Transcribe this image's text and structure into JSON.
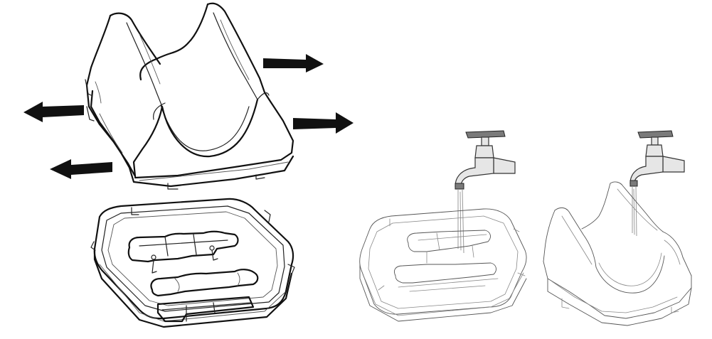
{
  "figure": {
    "panels": [
      {
        "id": "disassembly",
        "description_visible": false
      },
      {
        "id": "rinse-base",
        "description_visible": false
      },
      {
        "id": "rinse-cradle",
        "description_visible": false
      }
    ],
    "arrows": [
      {
        "direction": "right"
      },
      {
        "direction": "right"
      },
      {
        "direction": "left"
      },
      {
        "direction": "left"
      }
    ],
    "icons": [
      "arrow-right-icon",
      "arrow-left-icon",
      "water-tap-icon"
    ],
    "colors": {
      "ink": "#111111",
      "background": "#ffffff",
      "water": "#9a9a9a"
    }
  }
}
